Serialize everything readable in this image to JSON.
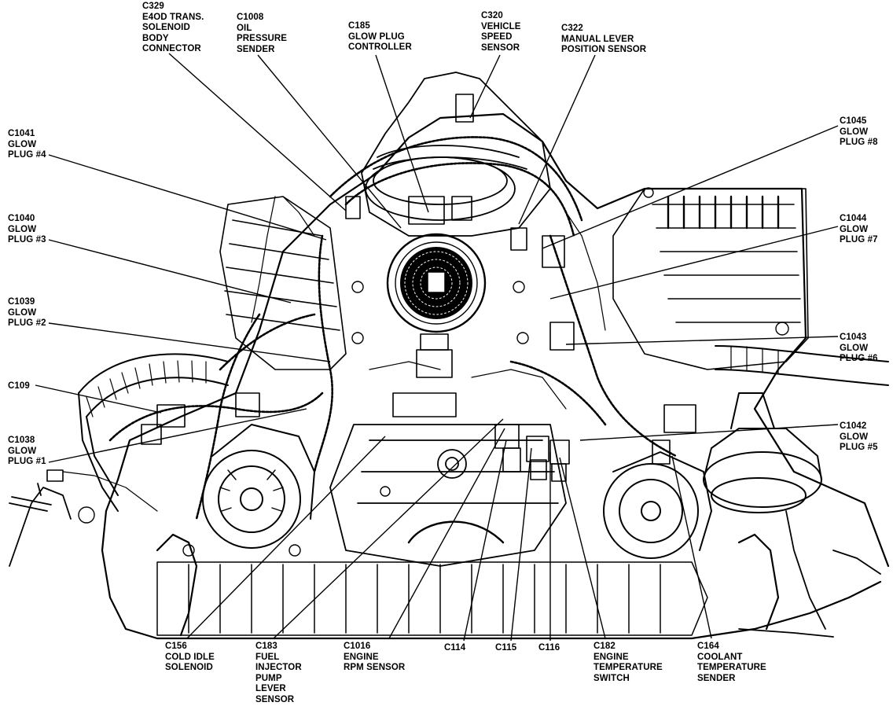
{
  "callouts": [
    {
      "id": "c329",
      "lines": [
        "C329",
        "E4OD TRANS.",
        "SOLENOID",
        "BODY",
        "CONNECTOR"
      ]
    },
    {
      "id": "c1008",
      "lines": [
        "C1008",
        "OIL",
        "PRESSURE",
        "SENDER"
      ]
    },
    {
      "id": "c185",
      "lines": [
        "C185",
        "GLOW PLUG",
        "CONTROLLER"
      ]
    },
    {
      "id": "c320",
      "lines": [
        "C320",
        "VEHICLE",
        "SPEED",
        "SENSOR"
      ]
    },
    {
      "id": "c322",
      "lines": [
        "C322",
        "MANUAL LEVER",
        "POSITION SENSOR"
      ]
    },
    {
      "id": "c1045",
      "lines": [
        "C1045",
        "GLOW",
        "PLUG #8"
      ]
    },
    {
      "id": "c1041",
      "lines": [
        "C1041",
        "GLOW",
        "PLUG #4"
      ]
    },
    {
      "id": "c1044",
      "lines": [
        "C1044",
        "GLOW",
        "PLUG #7"
      ]
    },
    {
      "id": "c1040",
      "lines": [
        "C1040",
        "GLOW",
        "PLUG #3"
      ]
    },
    {
      "id": "c1039",
      "lines": [
        "C1039",
        "GLOW",
        "PLUG #2"
      ]
    },
    {
      "id": "c1043",
      "lines": [
        "C1043",
        "GLOW",
        "PLUG #6"
      ]
    },
    {
      "id": "c109",
      "lines": [
        "C109"
      ]
    },
    {
      "id": "c1038",
      "lines": [
        "C1038",
        "GLOW",
        "PLUG #1"
      ]
    },
    {
      "id": "c1042",
      "lines": [
        "C1042",
        "GLOW",
        "PLUG #5"
      ]
    },
    {
      "id": "c156",
      "lines": [
        "C156",
        "COLD IDLE",
        "SOLENOID"
      ]
    },
    {
      "id": "c183",
      "lines": [
        "C183",
        "FUEL",
        "INJECTOR",
        "PUMP",
        "LEVER",
        "SENSOR"
      ]
    },
    {
      "id": "c1016",
      "lines": [
        "C1016",
        "ENGINE",
        "RPM SENSOR"
      ]
    },
    {
      "id": "c114",
      "lines": [
        "C114"
      ]
    },
    {
      "id": "c115",
      "lines": [
        "C115"
      ]
    },
    {
      "id": "c116",
      "lines": [
        "C116"
      ]
    },
    {
      "id": "c182",
      "lines": [
        "C182",
        "ENGINE",
        "TEMPERATURE",
        "SWITCH"
      ]
    },
    {
      "id": "c164",
      "lines": [
        "C164",
        "COOLANT",
        "TEMPERATURE",
        "SENDER"
      ]
    }
  ]
}
